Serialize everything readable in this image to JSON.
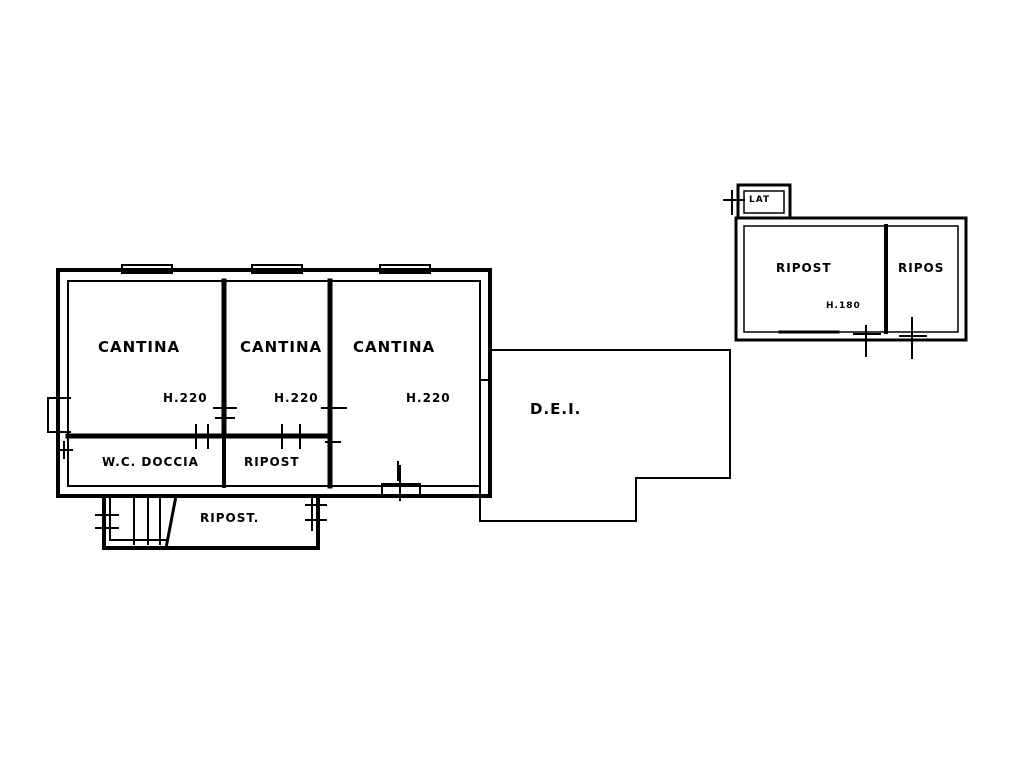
{
  "rooms": {
    "cantina_1": "CANTINA",
    "cantina_2": "CANTINA",
    "cantina_3": "CANTINA",
    "h_1": "H.220",
    "h_2": "H.220",
    "h_3": "H.220",
    "wc": "W.C. DOCCIA",
    "ripost_small": "RIPOST",
    "ripost_bottom": "RIPOST.",
    "area": "D.E.I.",
    "lat": "LAT",
    "ripost_right": "RIPOST",
    "ripos_right": "RIPOS",
    "h_right": "H.180"
  }
}
